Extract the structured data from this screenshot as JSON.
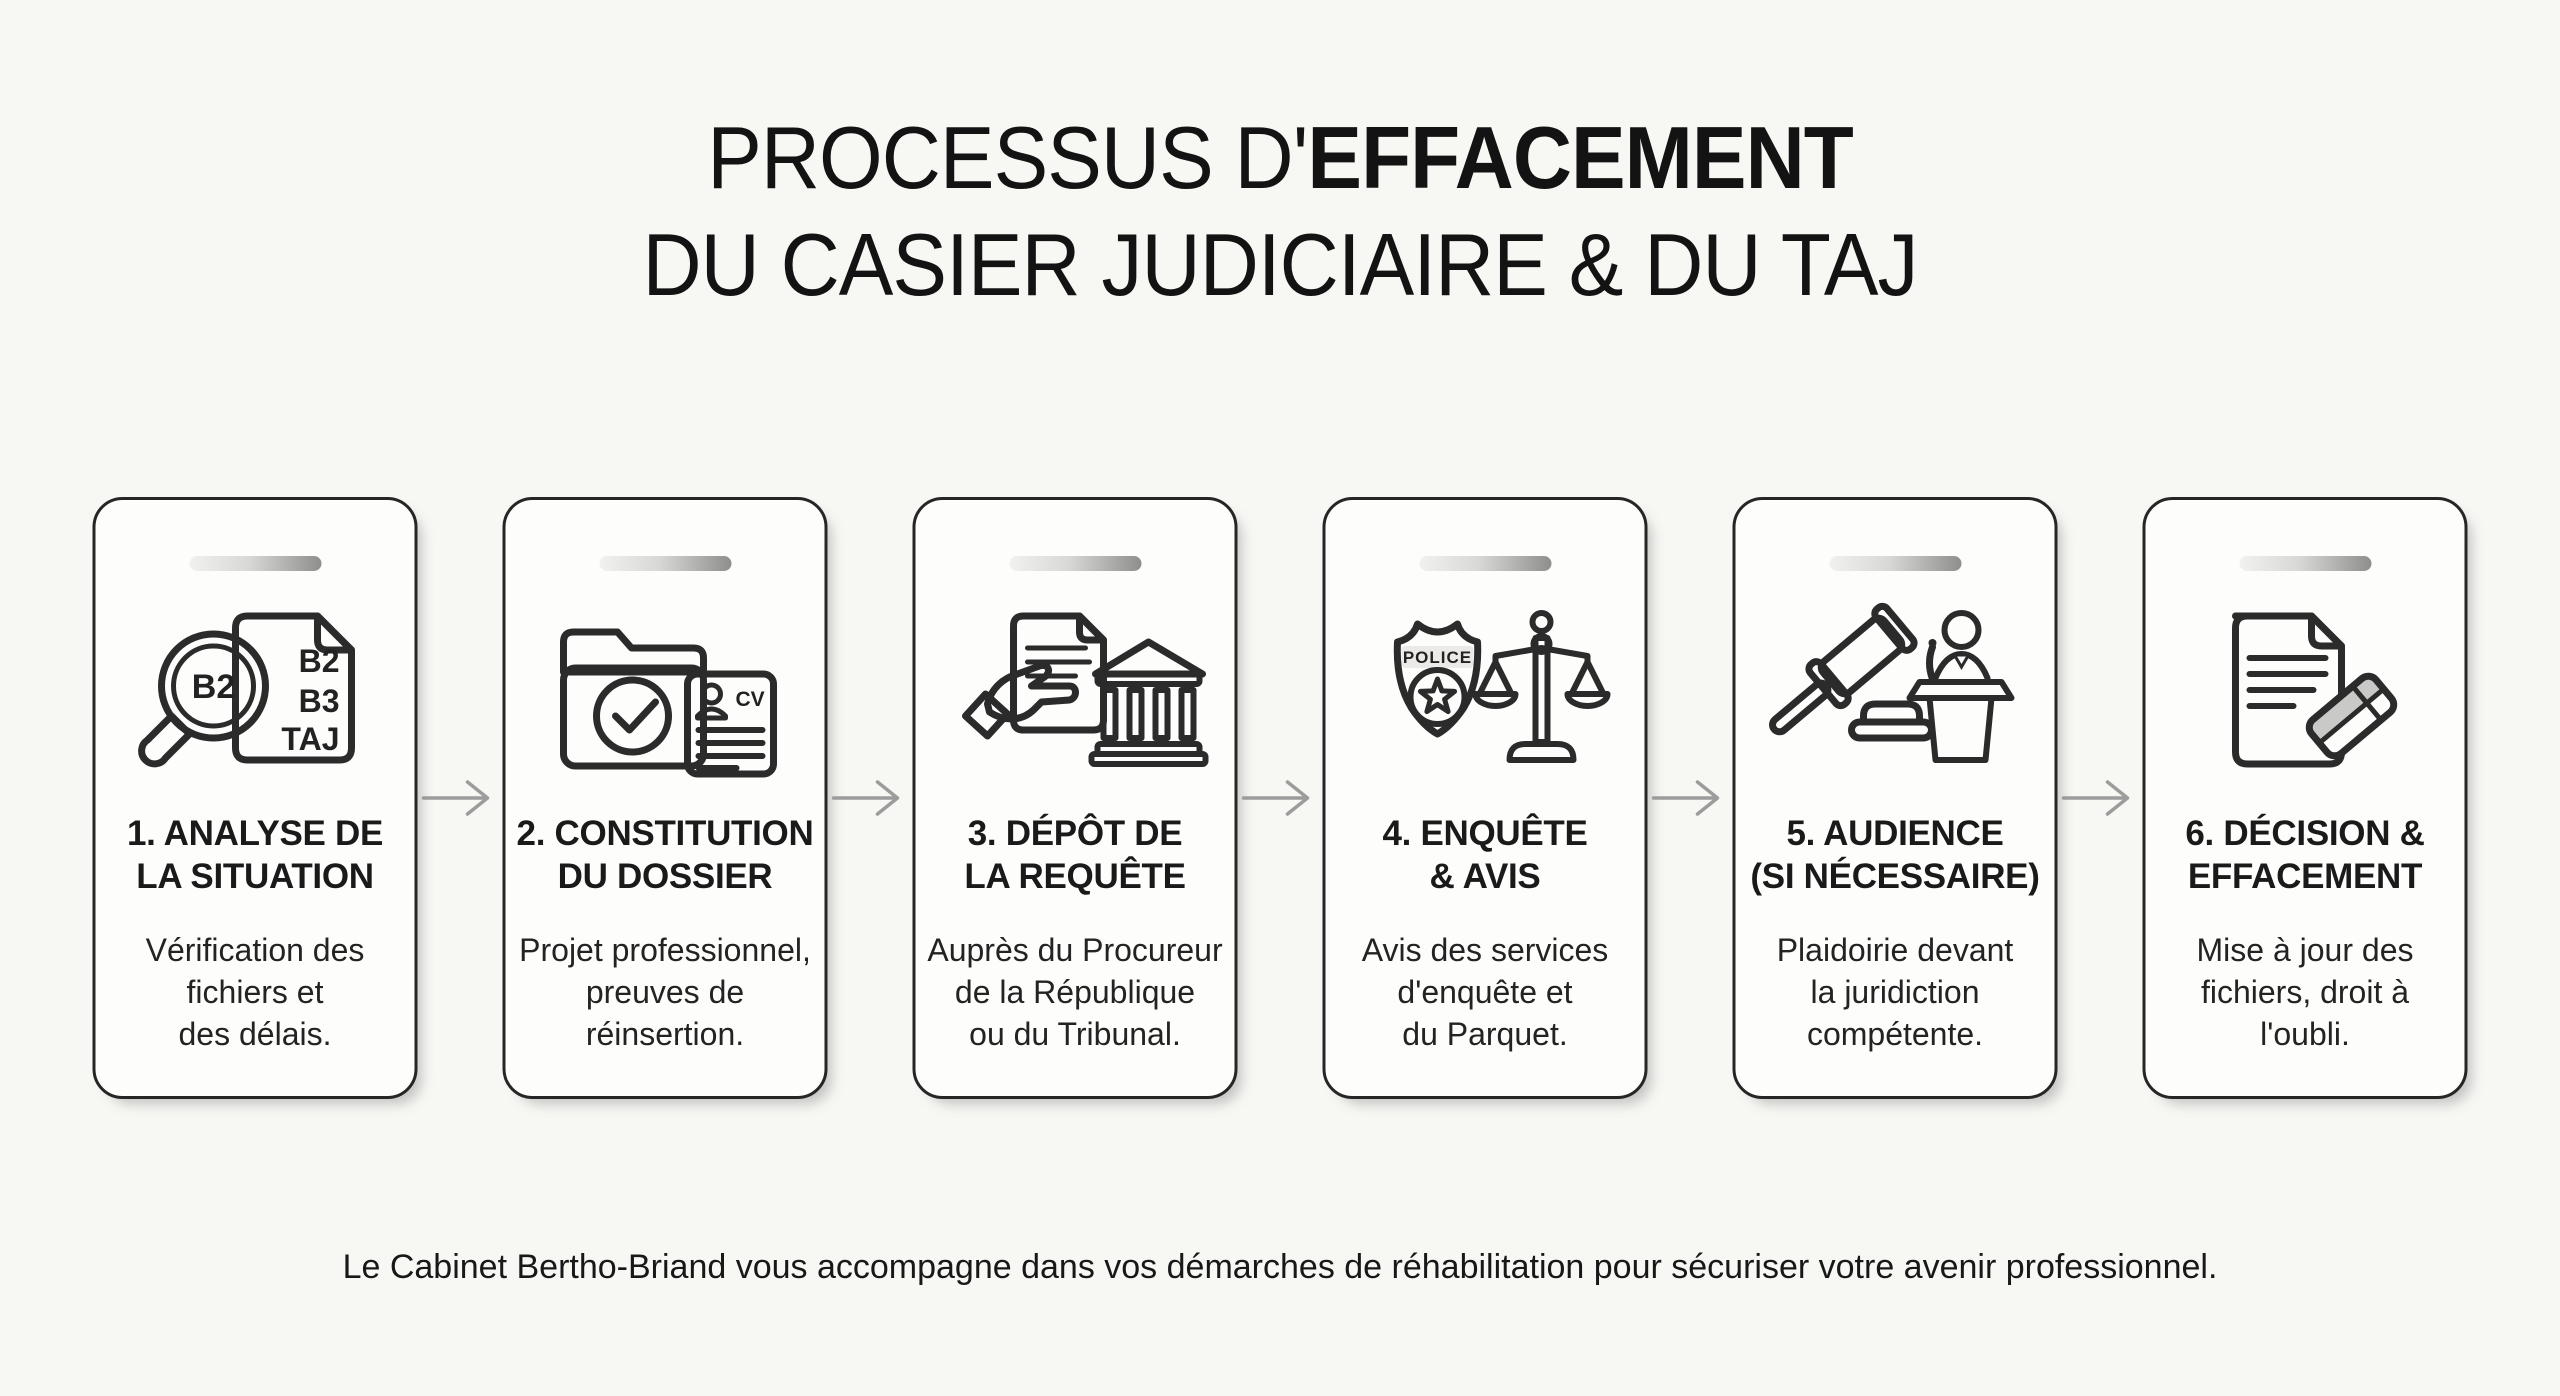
{
  "header": {
    "title_part1": "PROCESSUS D'",
    "title_part2": "EFFACEMENT",
    "title_line2": "DU CASIER JUDICIAIRE & DU TAJ"
  },
  "steps": [
    {
      "number": 1,
      "icon": "magnifier-b2-files-icon",
      "title": [
        "1. ANALYSE DE",
        "LA SITUATION"
      ],
      "description": [
        "Vérification des",
        "fichiers et",
        "des délais."
      ],
      "icon_text": {
        "lens": "B2",
        "file_line1": "B2",
        "file_line2": "B3",
        "file_line3": "TAJ"
      }
    },
    {
      "number": 2,
      "icon": "folder-check-cv-icon",
      "title": [
        "2. CONSTITUTION",
        "DU DOSSIER"
      ],
      "description": [
        "Projet professionnel,",
        "preuves de",
        "réinsertion."
      ],
      "icon_text": {
        "cv": "CV"
      }
    },
    {
      "number": 3,
      "icon": "hand-petition-courthouse-icon",
      "title": [
        "3. DÉPÔT DE",
        "LA REQUÊTE"
      ],
      "description": [
        "Auprès du Procureur",
        "de la République",
        "ou du Tribunal."
      ]
    },
    {
      "number": 4,
      "icon": "police-badge-scales-icon",
      "title": [
        "4. ENQUÊTE",
        "& AVIS"
      ],
      "description": [
        "Avis des services",
        "d'enquête et",
        "du Parquet."
      ],
      "icon_text": {
        "badge": "POLICE"
      }
    },
    {
      "number": 5,
      "icon": "gavel-podium-icon",
      "title": [
        "5. AUDIENCE",
        "(SI NÉCESSAIRE)"
      ],
      "description": [
        "Plaidoirie devant",
        "la juridiction",
        "compétente."
      ]
    },
    {
      "number": 6,
      "icon": "document-eraser-icon",
      "title": [
        "6. DÉCISION &",
        "EFFACEMENT"
      ],
      "description": [
        "Mise à jour des",
        "fichiers, droit à",
        "l'oubli."
      ]
    }
  ],
  "footer": {
    "text": "Le Cabinet Bertho-Briand vous accompagne dans vos démarches de réhabilitation pour sécuriser votre avenir professionnel."
  },
  "colors": {
    "background": "#f7f7f4",
    "card_border": "#262626",
    "icon_stroke": "#2b2b2b",
    "icon_gray_fill": "#d8d8d6",
    "arrow": "#9c9c9c",
    "text": "#1a1a1a"
  }
}
